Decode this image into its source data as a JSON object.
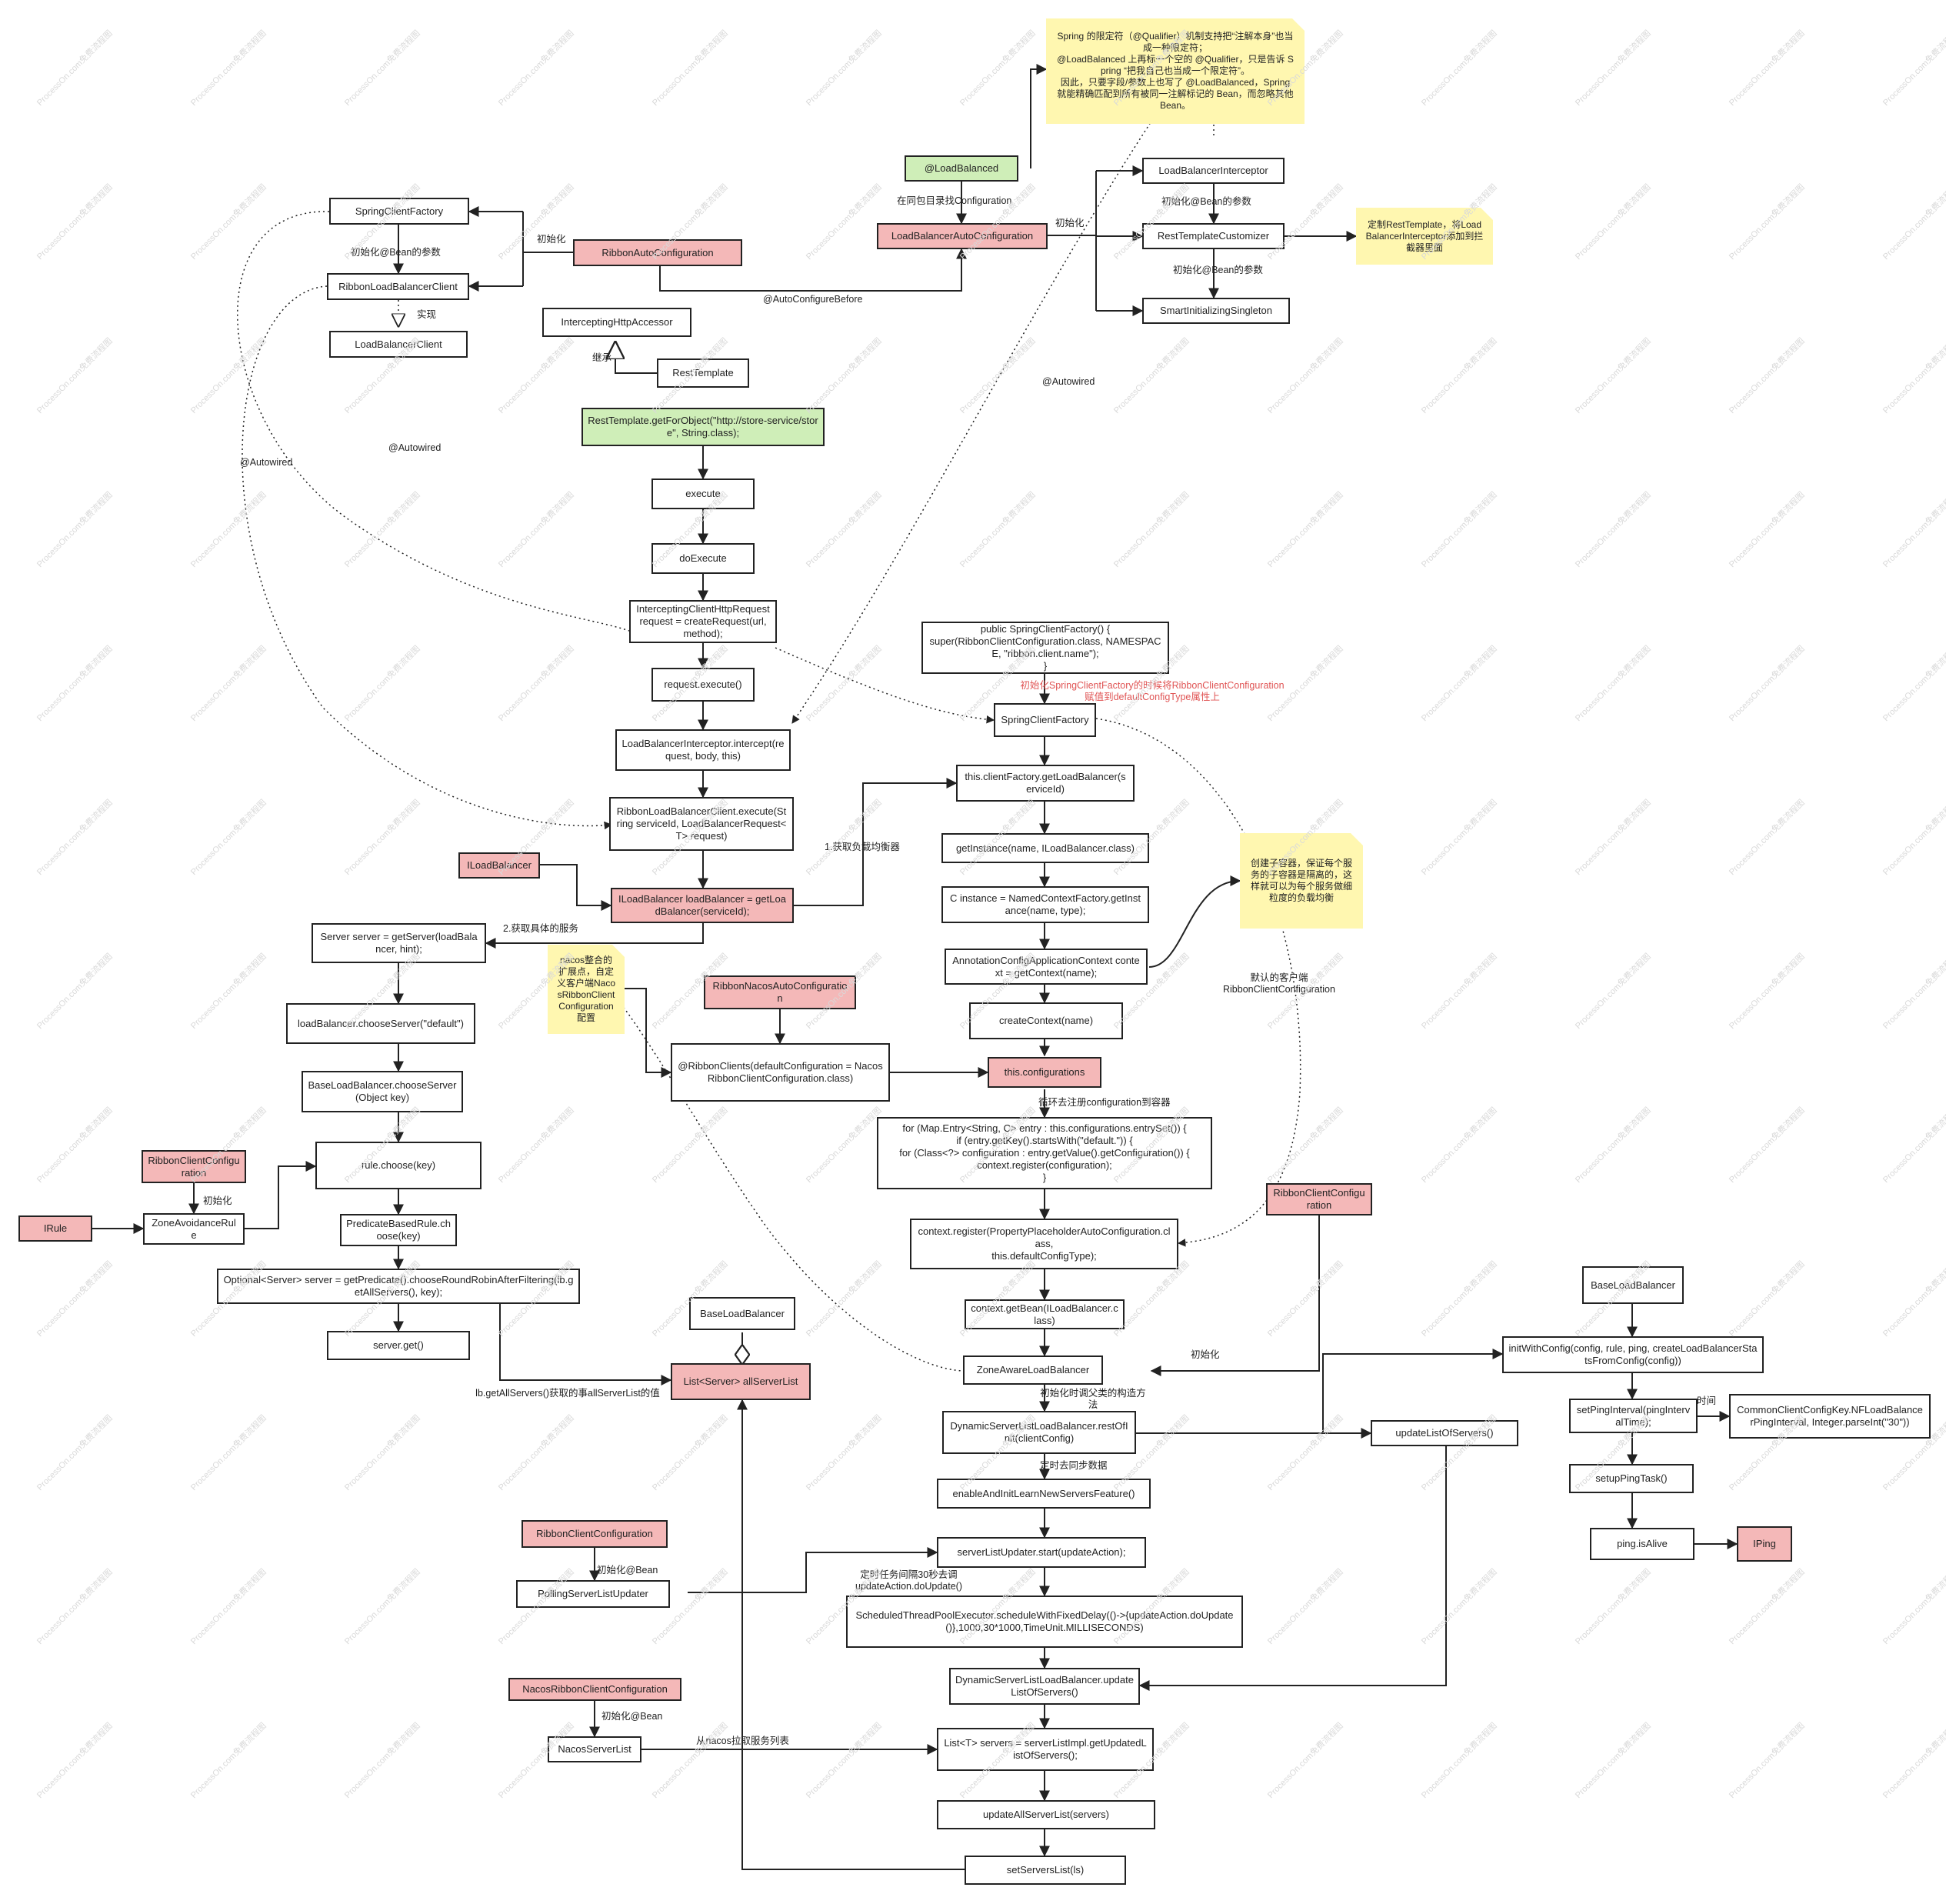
{
  "watermark": "ProcessOn.com免费流程图",
  "colors": {
    "red": "#f4b8b8",
    "green": "#cfeeb8",
    "note": "#fff7b0",
    "line": "#222222",
    "redText": "#e05555"
  },
  "nodes": {
    "spring_qualifier_note": "Spring 的限定符（@Qualifier）机制支持把“注解本身”也当成一种限定符；\n@LoadBalanced 上再标一个空的 @Qualifier，只是告诉 Spring “把我自己也当成一个限定符”。\n因此，只要字段/参数上也写了 @LoadBalanced，Spring 就能精确匹配到所有被同一注解标记的 Bean，而忽略其他 Bean。",
    "loadbalanced": "@LoadBalanced",
    "lb_auto_config": "LoadBalancerAutoConfiguration",
    "lb_interceptor": "LoadBalancerInterceptor",
    "rest_template_customizer": "RestTemplateCustomizer",
    "smart_init_singleton": "SmartInitializingSingleton",
    "customize_note": "定制RestTemplate，将LoadBalancerInterceptor添加到拦截器里面",
    "spring_client_factory_top": "SpringClientFactory",
    "ribbon_lb_client": "RibbonLoadBalancerClient",
    "lb_client": "LoadBalancerClient",
    "ribbon_auto_config": "RibbonAutoConfiguration",
    "intercepting_http_accessor": "InterceptingHttpAccessor",
    "rest_template": "RestTemplate",
    "get_for_object": "RestTemplate.getForObject(\"http://store-service/store\", String.class);",
    "execute": "execute",
    "do_execute": "doExecute",
    "create_request": "InterceptingClientHttpRequest request = createRequest(url, method);",
    "request_execute": "request.execute()",
    "lb_intercept": "LoadBalancerInterceptor.intercept(request, body, this)",
    "ribbon_execute": "RibbonLoadBalancerClient.execute(String serviceId, LoadBalancerRequest<T> request)",
    "iloadbalancer": "ILoadBalancer",
    "get_loadbalancer": "ILoadBalancer loadBalancer = getLoadBalancer(serviceId);",
    "get_server": "Server server = getServer(loadBalancer, hint);",
    "choose_server": "loadBalancer.chooseServer(\"default\")",
    "base_choose_server": "BaseLoadBalancer.chooseServer(Object key)",
    "rule_choose": "rule.choose(key)",
    "predicate_choose": "PredicateBasedRule.choose(key)",
    "optional_server": "Optional<Server> server = getPredicate().chooseRoundRobinAfterFiltering(lb.getAllServers(), key);",
    "server_get": "server.get()",
    "ribbon_client_config_left": "RibbonClientConfiguration",
    "zone_avoidance_rule": "ZoneAvoidanceRule",
    "irule": "IRule",
    "nacos_note": "nacos整合的扩展点，自定义客户端NacosRibbonClientConfiguration配置",
    "ribbon_nacos_auto": "RibbonNacosAutoConfiguration",
    "ribbon_clients": "@RibbonClients(defaultConfiguration = NacosRibbonClientConfiguration.class)",
    "this_configurations": "this.configurations",
    "public_scf": "public SpringClientFactory() {\nsuper(RibbonClientConfiguration.class, NAMESPACE, \"ribbon.client.name\");\n}",
    "spring_client_factory_mid": "SpringClientFactory",
    "get_lb_factory": "this.clientFactory.getLoadBalancer(serviceId)",
    "get_instance": "getInstance(name, ILoadBalancer.class)",
    "named_context": "C instance = NamedContextFactory.getInstance(name, type);",
    "annotation_ctx": "AnnotationConfigApplicationContext context = getContext(name);",
    "create_context": "createContext(name)",
    "for_loop": "for (Map.Entry<String, C> entry : this.configurations.entrySet()) {\nif (entry.getKey().startsWith(\"default.\")) {\nfor (Class<?> configuration : entry.getValue().getConfiguration()) {\ncontext.register(configuration);\n}",
    "context_register": "context.register(PropertyPlaceholderAutoConfiguration.class,\nthis.defaultConfigType);",
    "context_getbean": "context.getBean(ILoadBalancer.class)",
    "zone_aware_lb": "ZoneAwareLoadBalancer",
    "container_note": "创建子容器，保证每个服务的子容器是隔离的，这样就可以为每个服务做细粒度的负载均衡",
    "ribbon_client_config_right": "RibbonClientConfiguration",
    "base_lb_mid": "BaseLoadBalancer",
    "all_server_list": "List<Server> allServerList",
    "dynamic_rest_of_init": "DynamicServerListLoadBalancer.restOfInit(clientConfig)",
    "enable_init_learn": "enableAndInitLearnNewServersFeature()",
    "server_list_updater_start": "serverListUpdater.start(updateAction);",
    "scheduled_executor": "ScheduledThreadPoolExecutor.scheduleWithFixedDelay(()->{updateAction.doUpdate()},1000,30*1000,TimeUnit.MILLISECONDS)",
    "dynamic_update_list": "DynamicServerListLoadBalancer.updateListOfServers()",
    "list_servers": "List<T> servers = serverListImpl.getUpdatedListOfServers();",
    "update_all_server_list": "updateAllServerList(servers)",
    "set_servers_list": "setServersList(ls)",
    "ribbon_client_config_bottom": "RibbonClientConfiguration",
    "polling_updater": "PollingServerListUpdater",
    "nacos_ribbon_client_config": "NacosRibbonClientConfiguration",
    "nacos_server_list": "NacosServerList",
    "update_list_of_servers": "updateListOfServers()",
    "base_lb_right": "BaseLoadBalancer",
    "init_with_config": "initWithConfig(config, rule, ping, createLoadBalancerStatsFromConfig(config))",
    "set_ping_interval": "setPingInterval(pingIntervalTime);",
    "common_client_config": "CommonClientConfigKey.NFLoadBalancerPingInterval, Integer.parseInt(\"30\"))",
    "setup_ping_task": "setupPingTask()",
    "ping_is_alive": "ping.isAlive",
    "iping": "IPing"
  },
  "labels": {
    "same_pkg": "在同包目录找Configuration",
    "init_1": "初始化",
    "init_bean_param_1": "初始化@Bean的参数",
    "init_bean_param_2": "初始化@Bean的参数",
    "init_2": "初始化",
    "init_bean_param_3": "初始化@Bean的参数",
    "implement": "实现",
    "auto_configure_before": "@AutoConfigureBefore",
    "inherit": "继承",
    "autowired_1": "@Autowired",
    "autowired_2": "@Autowired",
    "autowired_3": "@Autowired",
    "scf_red_note": "初始化SpringClientFactory的时候将RibbonClientConfiguration赋值到defaultConfigType属性上",
    "get_lb_step": "1.获取负载均衡器",
    "get_server_step": "2.获取具体的服务",
    "default_client": "默认的客户端\nRibbonClientConfiguration",
    "loop_register": "循环去注册configuration到容器",
    "init_3": "初始化",
    "init_4": "初始化",
    "all_servers_label": "lb.getAllServers()获取的事allServerList的值",
    "call_parent": "初始化时调父类的构造方法",
    "sync_data": "定时去同步数据",
    "init_bean_1": "初始化@Bean",
    "timer_note": "定时任务间隔30秒去调\nupdateAction.doUpdate()",
    "init_bean_2": "初始化@Bean",
    "pull_nacos": "从nacos拉取服务列表",
    "time": "时间"
  }
}
